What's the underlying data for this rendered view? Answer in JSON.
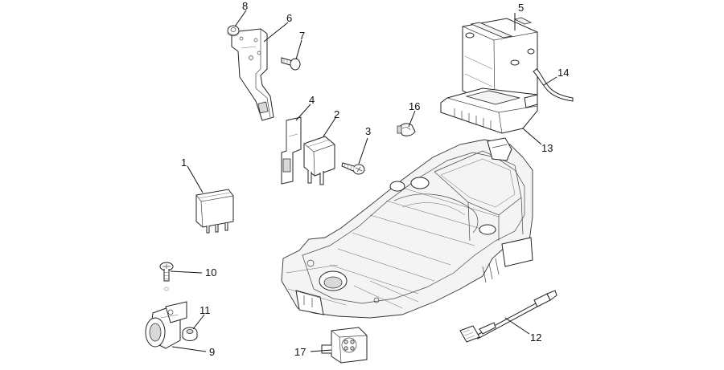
{
  "callouts": [
    {
      "id": "1",
      "label": "1"
    },
    {
      "id": "2",
      "label": "2"
    },
    {
      "id": "3",
      "label": "3"
    },
    {
      "id": "4",
      "label": "4"
    },
    {
      "id": "5",
      "label": "5"
    },
    {
      "id": "6",
      "label": "6"
    },
    {
      "id": "7",
      "label": "7"
    },
    {
      "id": "8",
      "label": "8"
    },
    {
      "id": "9",
      "label": "9"
    },
    {
      "id": "10",
      "label": "10"
    },
    {
      "id": "11",
      "label": "11"
    },
    {
      "id": "12",
      "label": "12"
    },
    {
      "id": "13",
      "label": "13"
    },
    {
      "id": "14",
      "label": "14"
    },
    {
      "id": "16",
      "label": "16"
    },
    {
      "id": "17",
      "label": "17"
    }
  ]
}
